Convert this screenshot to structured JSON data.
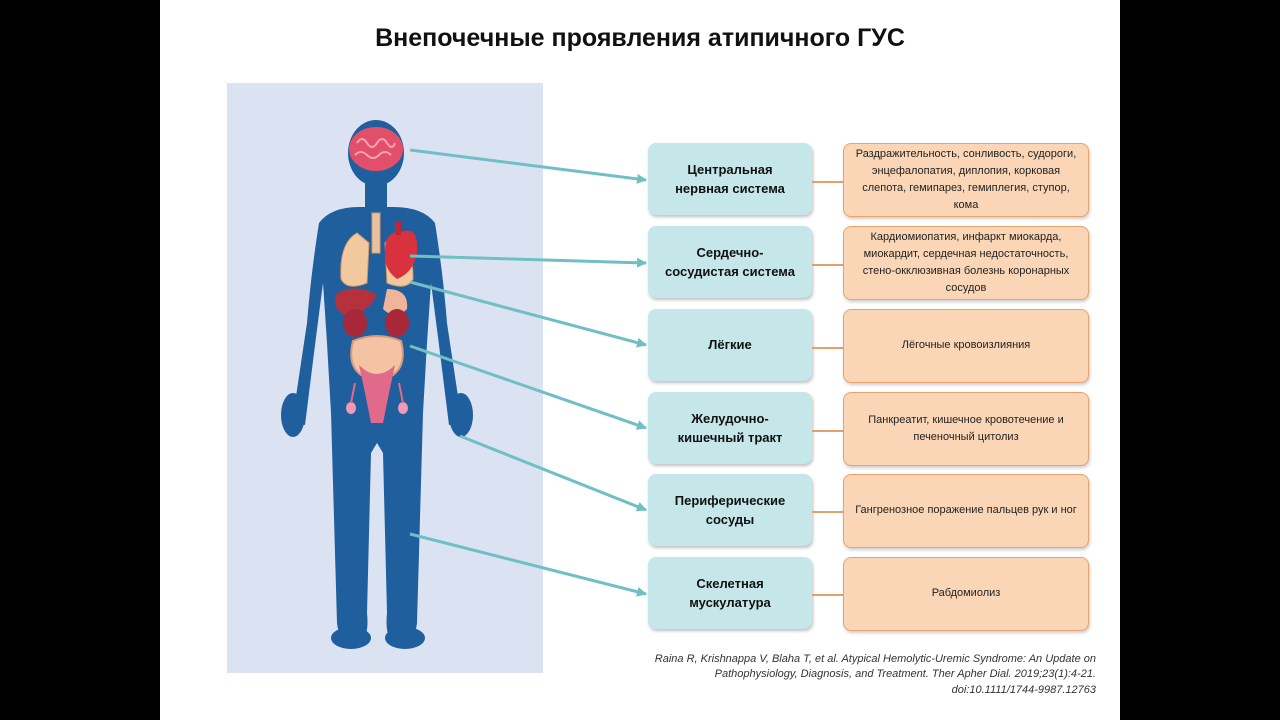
{
  "title": "Внепочечные проявления атипичного ГУС",
  "rows": [
    {
      "system": "Центральная\nнервная система",
      "manifestation": "Раздражительность, сонливость, судороги, энцефалопатия, диплопия, корковая слепота, гемипарез, гемиплегия, ступор, кома"
    },
    {
      "system": "Сердечно-\nсосудистая система",
      "manifestation": "Кардиомиопатия, инфаркт миокарда, миокардит, сердечная недостаточность, стено-окклюзивная болезнь коронарных сосудов"
    },
    {
      "system": "Лёгкие",
      "manifestation": "Лёгочные кровоизлияния"
    },
    {
      "system": "Желудочно-\nкишечный тракт",
      "manifestation": "Панкреатит, кишечное кровотечение и печеночный цитолиз"
    },
    {
      "system": "Периферические\nсосуды",
      "manifestation": "Гангренозное поражение пальцев рук и ног"
    },
    {
      "system": "Скелетная\nмускулатура",
      "manifestation": "Рабдомиолиз"
    }
  ],
  "citation": {
    "line1": "Raina R, Krishnappa V, Blaha T, et al. Atypical Hemolytic-Uremic Syndrome: An Update on",
    "line2": "Pathophysiology, Diagnosis, and Treatment. Ther Apher Dial. 2019;23(1):4-21.",
    "line3": "doi:10.1111/1744-9987.12763"
  },
  "colors": {
    "system_fill": "#c5e7ea",
    "manifestation_fill": "#fad6b6",
    "arrow": "#6fbfc4",
    "body": "#1f5f9e",
    "panel": "#dbe3f2"
  }
}
